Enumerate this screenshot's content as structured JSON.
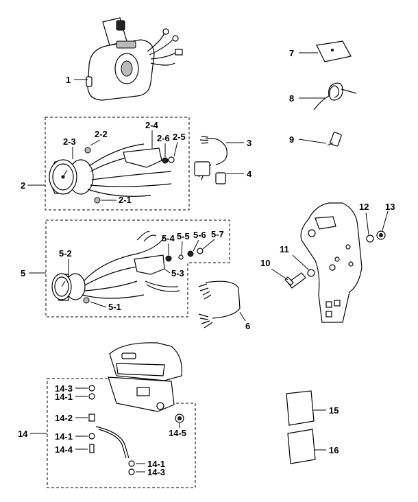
{
  "labels": {
    "l1": "1",
    "l2": "2",
    "l2_1": "2-1",
    "l2_2": "2-2",
    "l2_3": "2-3",
    "l2_4": "2-4",
    "l2_5": "2-5",
    "l2_6": "2-6",
    "l3": "3",
    "l4": "4",
    "l5": "5",
    "l5_1": "5-1",
    "l5_2": "5-2",
    "l5_3": "5-3",
    "l5_4": "5-4",
    "l5_5": "5-5",
    "l5_6": "5-6",
    "l5_7": "5-7",
    "l6": "6",
    "l7": "7",
    "l8": "8",
    "l9": "9",
    "l10": "10",
    "l11": "11",
    "l12": "12",
    "l13": "13",
    "l14": "14",
    "l14_1a": "14-1",
    "l14_1b": "14-1",
    "l14_1c": "14-1",
    "l14_2": "14-2",
    "l14_3a": "14-3",
    "l14_3b": "14-3",
    "l14_4": "14-4",
    "l14_5": "14-5",
    "l15": "15",
    "l16": "16"
  }
}
